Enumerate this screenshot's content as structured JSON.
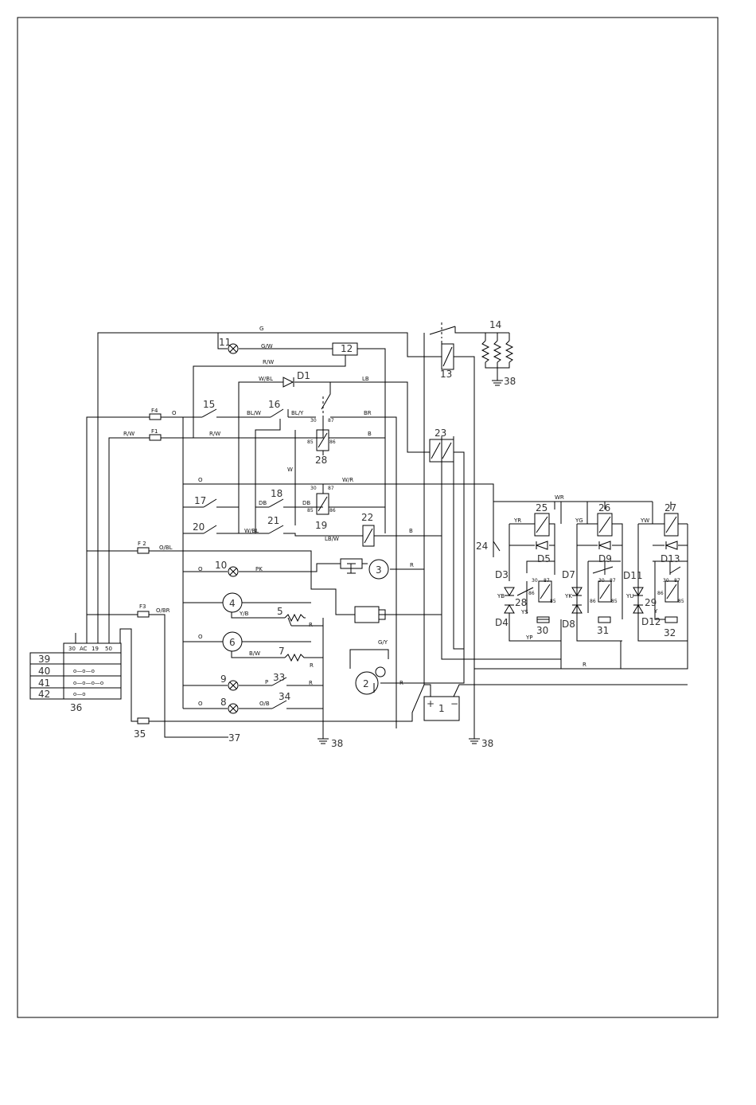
{
  "components": {
    "c1": "1",
    "c2": "2",
    "c3": "3",
    "c4": "4",
    "c5": "5",
    "c6": "6",
    "c7": "7",
    "c8": "8",
    "c9": "9",
    "c10": "10",
    "c11": "11",
    "c12": "12",
    "c13": "13",
    "c14": "14",
    "c15": "15",
    "c16": "16",
    "c17": "17",
    "c18": "18",
    "c19": "19",
    "c20": "20",
    "c21": "21",
    "c22": "22",
    "c23": "23",
    "c24": "24",
    "c25": "25",
    "c26": "26",
    "c27": "27",
    "c28": "28",
    "c28b": "28",
    "c29": "29",
    "c30": "30",
    "c31": "31",
    "c32": "32",
    "c33": "33",
    "c34": "34",
    "c35": "35",
    "c36": "36",
    "c37": "37",
    "c38a": "38",
    "c38b": "38",
    "c38c": "38"
  },
  "fuses": {
    "f1": "F1",
    "f2": "F 2",
    "f3": "F3",
    "f4": "F4"
  },
  "diodes": {
    "d1": "D1",
    "d3": "D3",
    "d4": "D4",
    "d5": "D5",
    "d7": "D7",
    "d8": "D8",
    "d9": "D9",
    "d11": "D11",
    "d12": "D12",
    "d13": "D13"
  },
  "wires": {
    "g": "G",
    "gw": "G/W",
    "rw_top": "R/W",
    "wbl": "W/BL",
    "lb": "LB",
    "o_f4": "O",
    "blw": "BL/W",
    "bly": "BL/Y",
    "br": "BR",
    "rw_f1": "R/W",
    "rw_mid": "R/W",
    "b_28": "B",
    "w": "W",
    "o_row1": "O",
    "wr_19": "W/R",
    "db_18": "DB",
    "db_19": "DB",
    "wbl_21": "W/BL",
    "lbw": "LB/W",
    "b_22": "B",
    "obl": "O/BL",
    "o_10": "O",
    "pk": "PK",
    "r_3": "R",
    "yb": "Y/B",
    "r_5": "R",
    "obr": "O/BR",
    "o_6": "O",
    "bw": "B/W",
    "r_7": "R",
    "gy": "G/Y",
    "p_9": "P",
    "r_9": "R",
    "r_2": "R",
    "o_8": "O",
    "ob": "O/B",
    "wr_bus": "WR",
    "yr": "YR",
    "yg": "YG",
    "yw": "YW",
    "yb_valve": "YB",
    "ys": "YS",
    "yk": "YK",
    "yu": "YU",
    "y": "Y",
    "yp": "YP",
    "r_bus": "R"
  },
  "relay_pins": {
    "p30": "30",
    "p87": "87",
    "p85": "85",
    "p86": "86"
  },
  "battery": {
    "plus": "+",
    "minus": "−"
  },
  "ignition_switch": {
    "header": [
      "30",
      "AC",
      "19",
      "50"
    ],
    "rows": [
      {
        "id": "39",
        "pattern": ""
      },
      {
        "id": "40",
        "pattern": "o—o—o"
      },
      {
        "id": "41",
        "pattern": "o—o—o—o"
      },
      {
        "id": "42",
        "pattern": "o—o"
      }
    ]
  }
}
